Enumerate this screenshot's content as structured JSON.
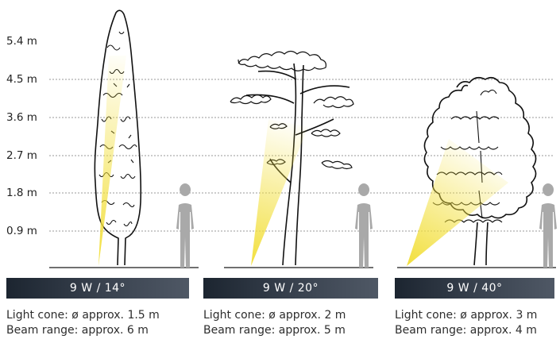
{
  "y_axis": {
    "labels": [
      "5.4 m",
      "4.5 m",
      "3.6 m",
      "2.7 m",
      "1.8 m",
      "0.9 m"
    ]
  },
  "panels": [
    {
      "title": "9 W / 14°",
      "light_cone": "Light cone:  ø approx. 1.5 m",
      "beam_range": "Beam range: approx. 6 m",
      "tree": "columnar-poplar"
    },
    {
      "title": "9 W / 20°",
      "light_cone": "Light cone:  ø approx. 2 m",
      "beam_range": "Beam range: approx. 5 m",
      "tree": "pine"
    },
    {
      "title": "9 W / 40°",
      "light_cone": "Light cone:  ø approx. 3 m",
      "beam_range": "Beam range: approx. 4 m",
      "tree": "deciduous-round"
    }
  ],
  "colors": {
    "beam": "#f2df3c",
    "bar_dark": "#1c2530",
    "bar_light": "#4f5865",
    "person": "#a9a9a9",
    "gridline": "#9a9a9a"
  }
}
